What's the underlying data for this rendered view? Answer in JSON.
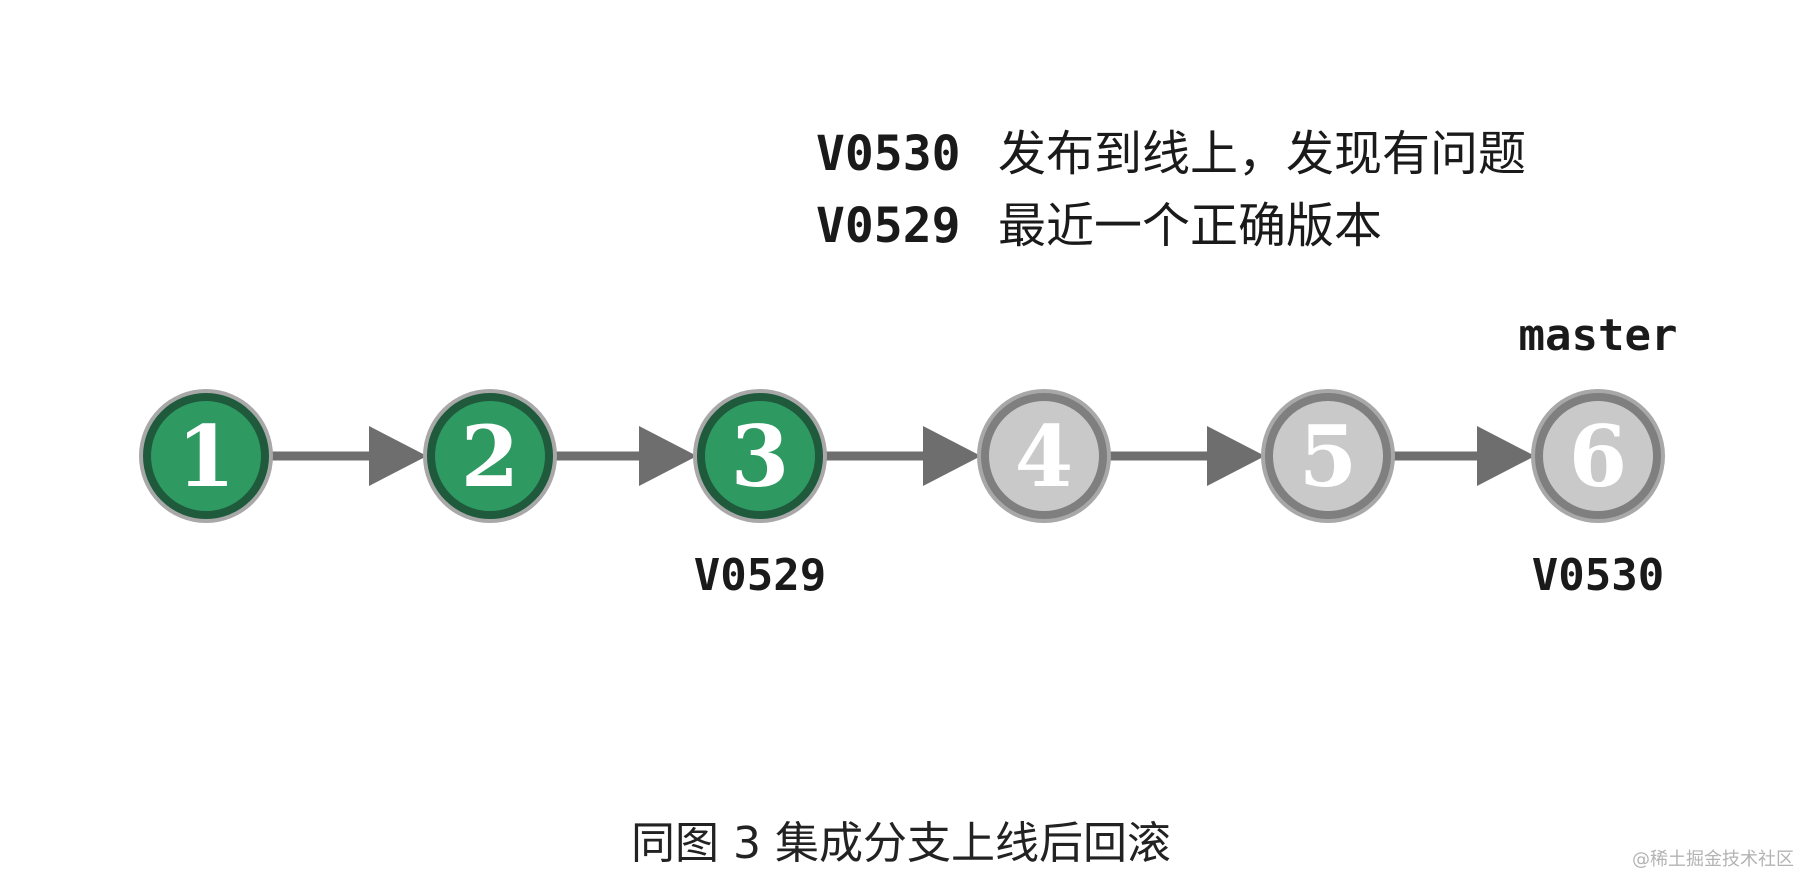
{
  "legend": [
    {
      "tag": "V0530",
      "desc": "发布到线上，发现有问题"
    },
    {
      "tag": "V0529",
      "desc": "最近一个正确版本"
    }
  ],
  "branch_label": "master",
  "commits": [
    {
      "label": "1",
      "state": "good"
    },
    {
      "label": "2",
      "state": "good"
    },
    {
      "label": "3",
      "state": "good"
    },
    {
      "label": "4",
      "state": "bad"
    },
    {
      "label": "5",
      "state": "bad"
    },
    {
      "label": "6",
      "state": "bad"
    }
  ],
  "version_tags": [
    {
      "commit": "3",
      "label": "V0529"
    },
    {
      "commit": "6",
      "label": "V0530"
    }
  ],
  "caption": "同图 3 集成分支上线后回滚",
  "watermark": "@稀土掘金技术社区",
  "colors": {
    "good_fill": "#2e9a62",
    "good_ring": "#1f5a3c",
    "bad_fill": "#c9c9c9",
    "bad_ring": "#7f7f7f",
    "arrow": "#6e6e6e"
  }
}
